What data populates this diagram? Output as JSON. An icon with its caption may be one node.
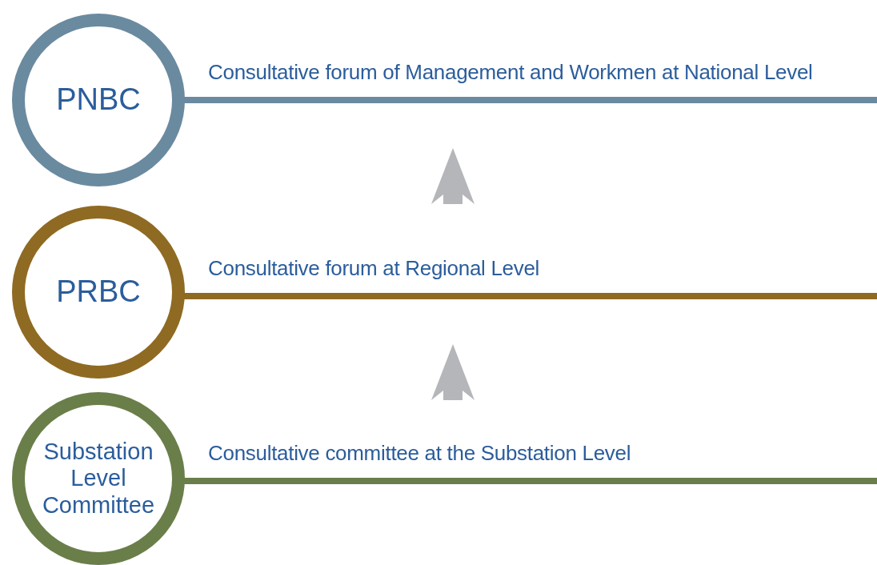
{
  "diagram": {
    "nodes": [
      {
        "text": [
          "PNBC"
        ]
      },
      {
        "text": [
          "PRBC"
        ]
      },
      {
        "text": [
          "Substation Level Committee"
        ]
      }
    ],
    "edges": [
      {
        "from": 0,
        "to": null,
        "arrow": "none",
        "label": "Consultative forum of Management and Workmen at National Level",
        "color": "#6a8aa0"
      },
      {
        "from": 1,
        "to": null,
        "arrow": "none",
        "label": "Consultative forum at Regional Level",
        "color": "#8f6a22"
      },
      {
        "from": 2,
        "to": null,
        "arrow": "none",
        "label": "Consultative committee at the Substation Level",
        "color": "#6a7e4a"
      }
    ]
  }
}
